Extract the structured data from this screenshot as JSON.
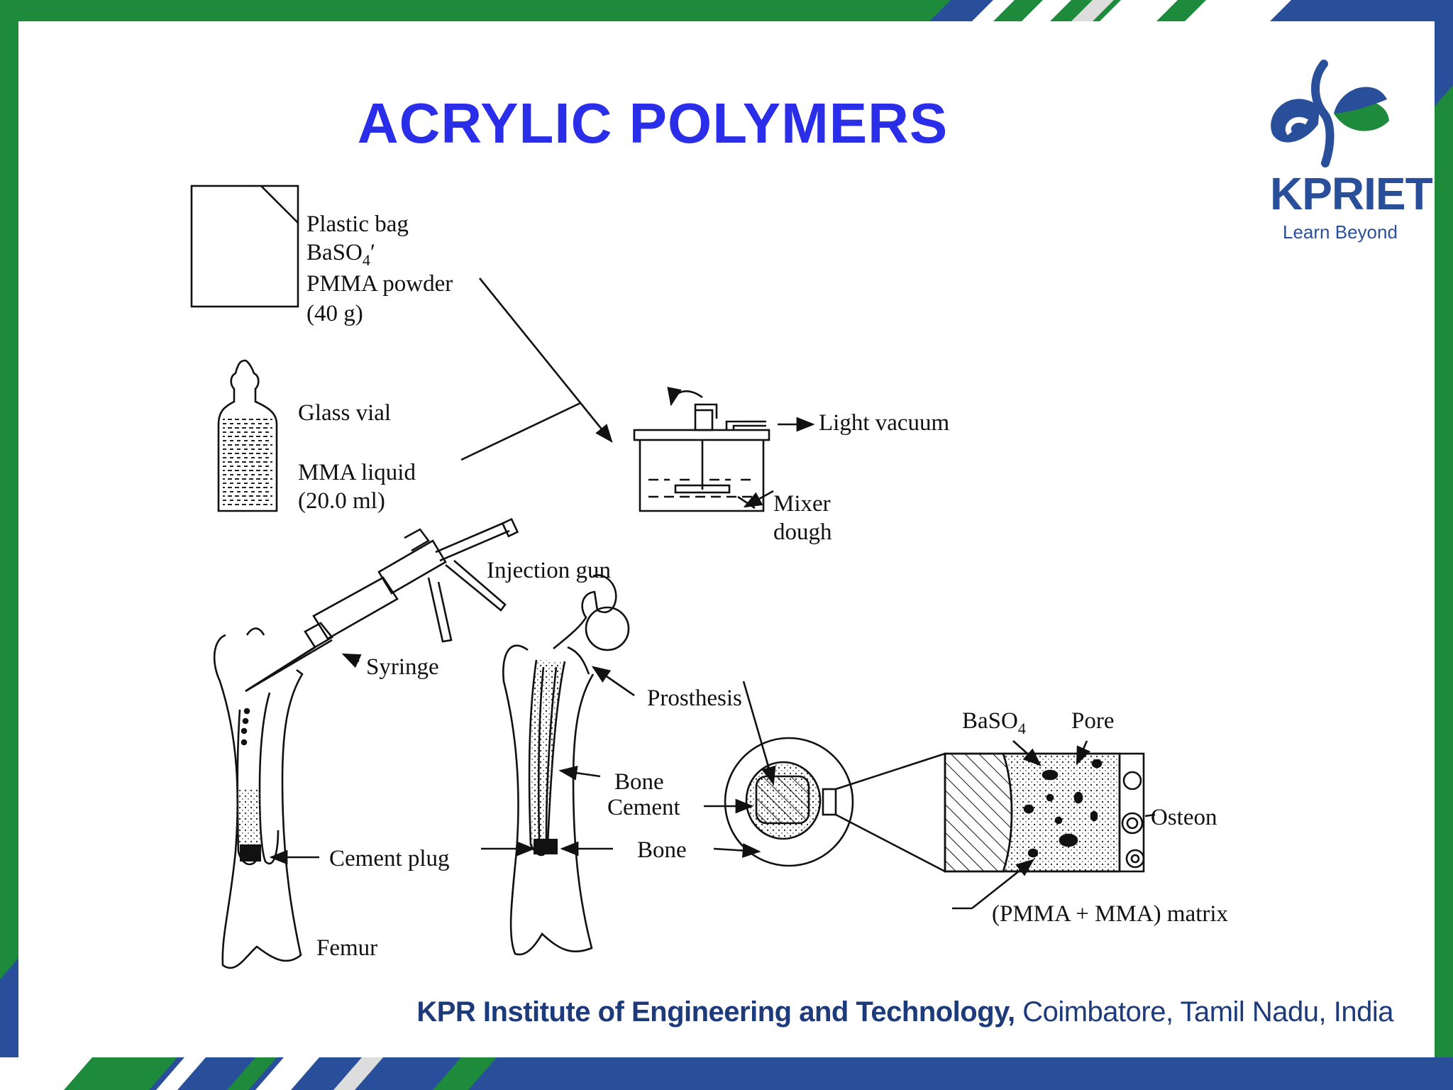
{
  "slide": {
    "title": "ACRYLIC POLYMERS",
    "logo": {
      "name": "KPRIET",
      "tagline": "Learn Beyond"
    },
    "footer": {
      "institute": "KPR Institute of Engineering and Technology,",
      "location": "Coimbatore, Tamil Nadu, India"
    },
    "colors": {
      "green": "#1d8a3c",
      "blue": "#2a4f9a",
      "title": "#2b2ee8"
    }
  },
  "diagram": {
    "labels": {
      "plastic_bag": "Plastic bag",
      "baso4_comma": "BaSO",
      "baso4_sub": "4",
      "baso4_prime": "′",
      "pmma_powder": "PMMA powder",
      "powder_qty": "(40 g)",
      "glass_vial": "Glass vial",
      "mma_liquid": "MMA liquid",
      "liquid_qty": "(20.0 ml)",
      "light_vacuum": "Light vacuum",
      "mixer": "Mixer",
      "dough": "dough",
      "injection_gun": "Injection gun",
      "syringe": "Syringe",
      "prosthesis": "Prosthesis",
      "bone_cement_1": "Bone",
      "bone_cement_2": "Cement",
      "bone": "Bone",
      "cement_plug": "Cement plug",
      "femur": "Femur",
      "baso4": "BaSO",
      "baso4_sub2": "4",
      "pore": "Pore",
      "osteon": "Osteon",
      "matrix": "(PMMA + MMA) matrix"
    }
  }
}
